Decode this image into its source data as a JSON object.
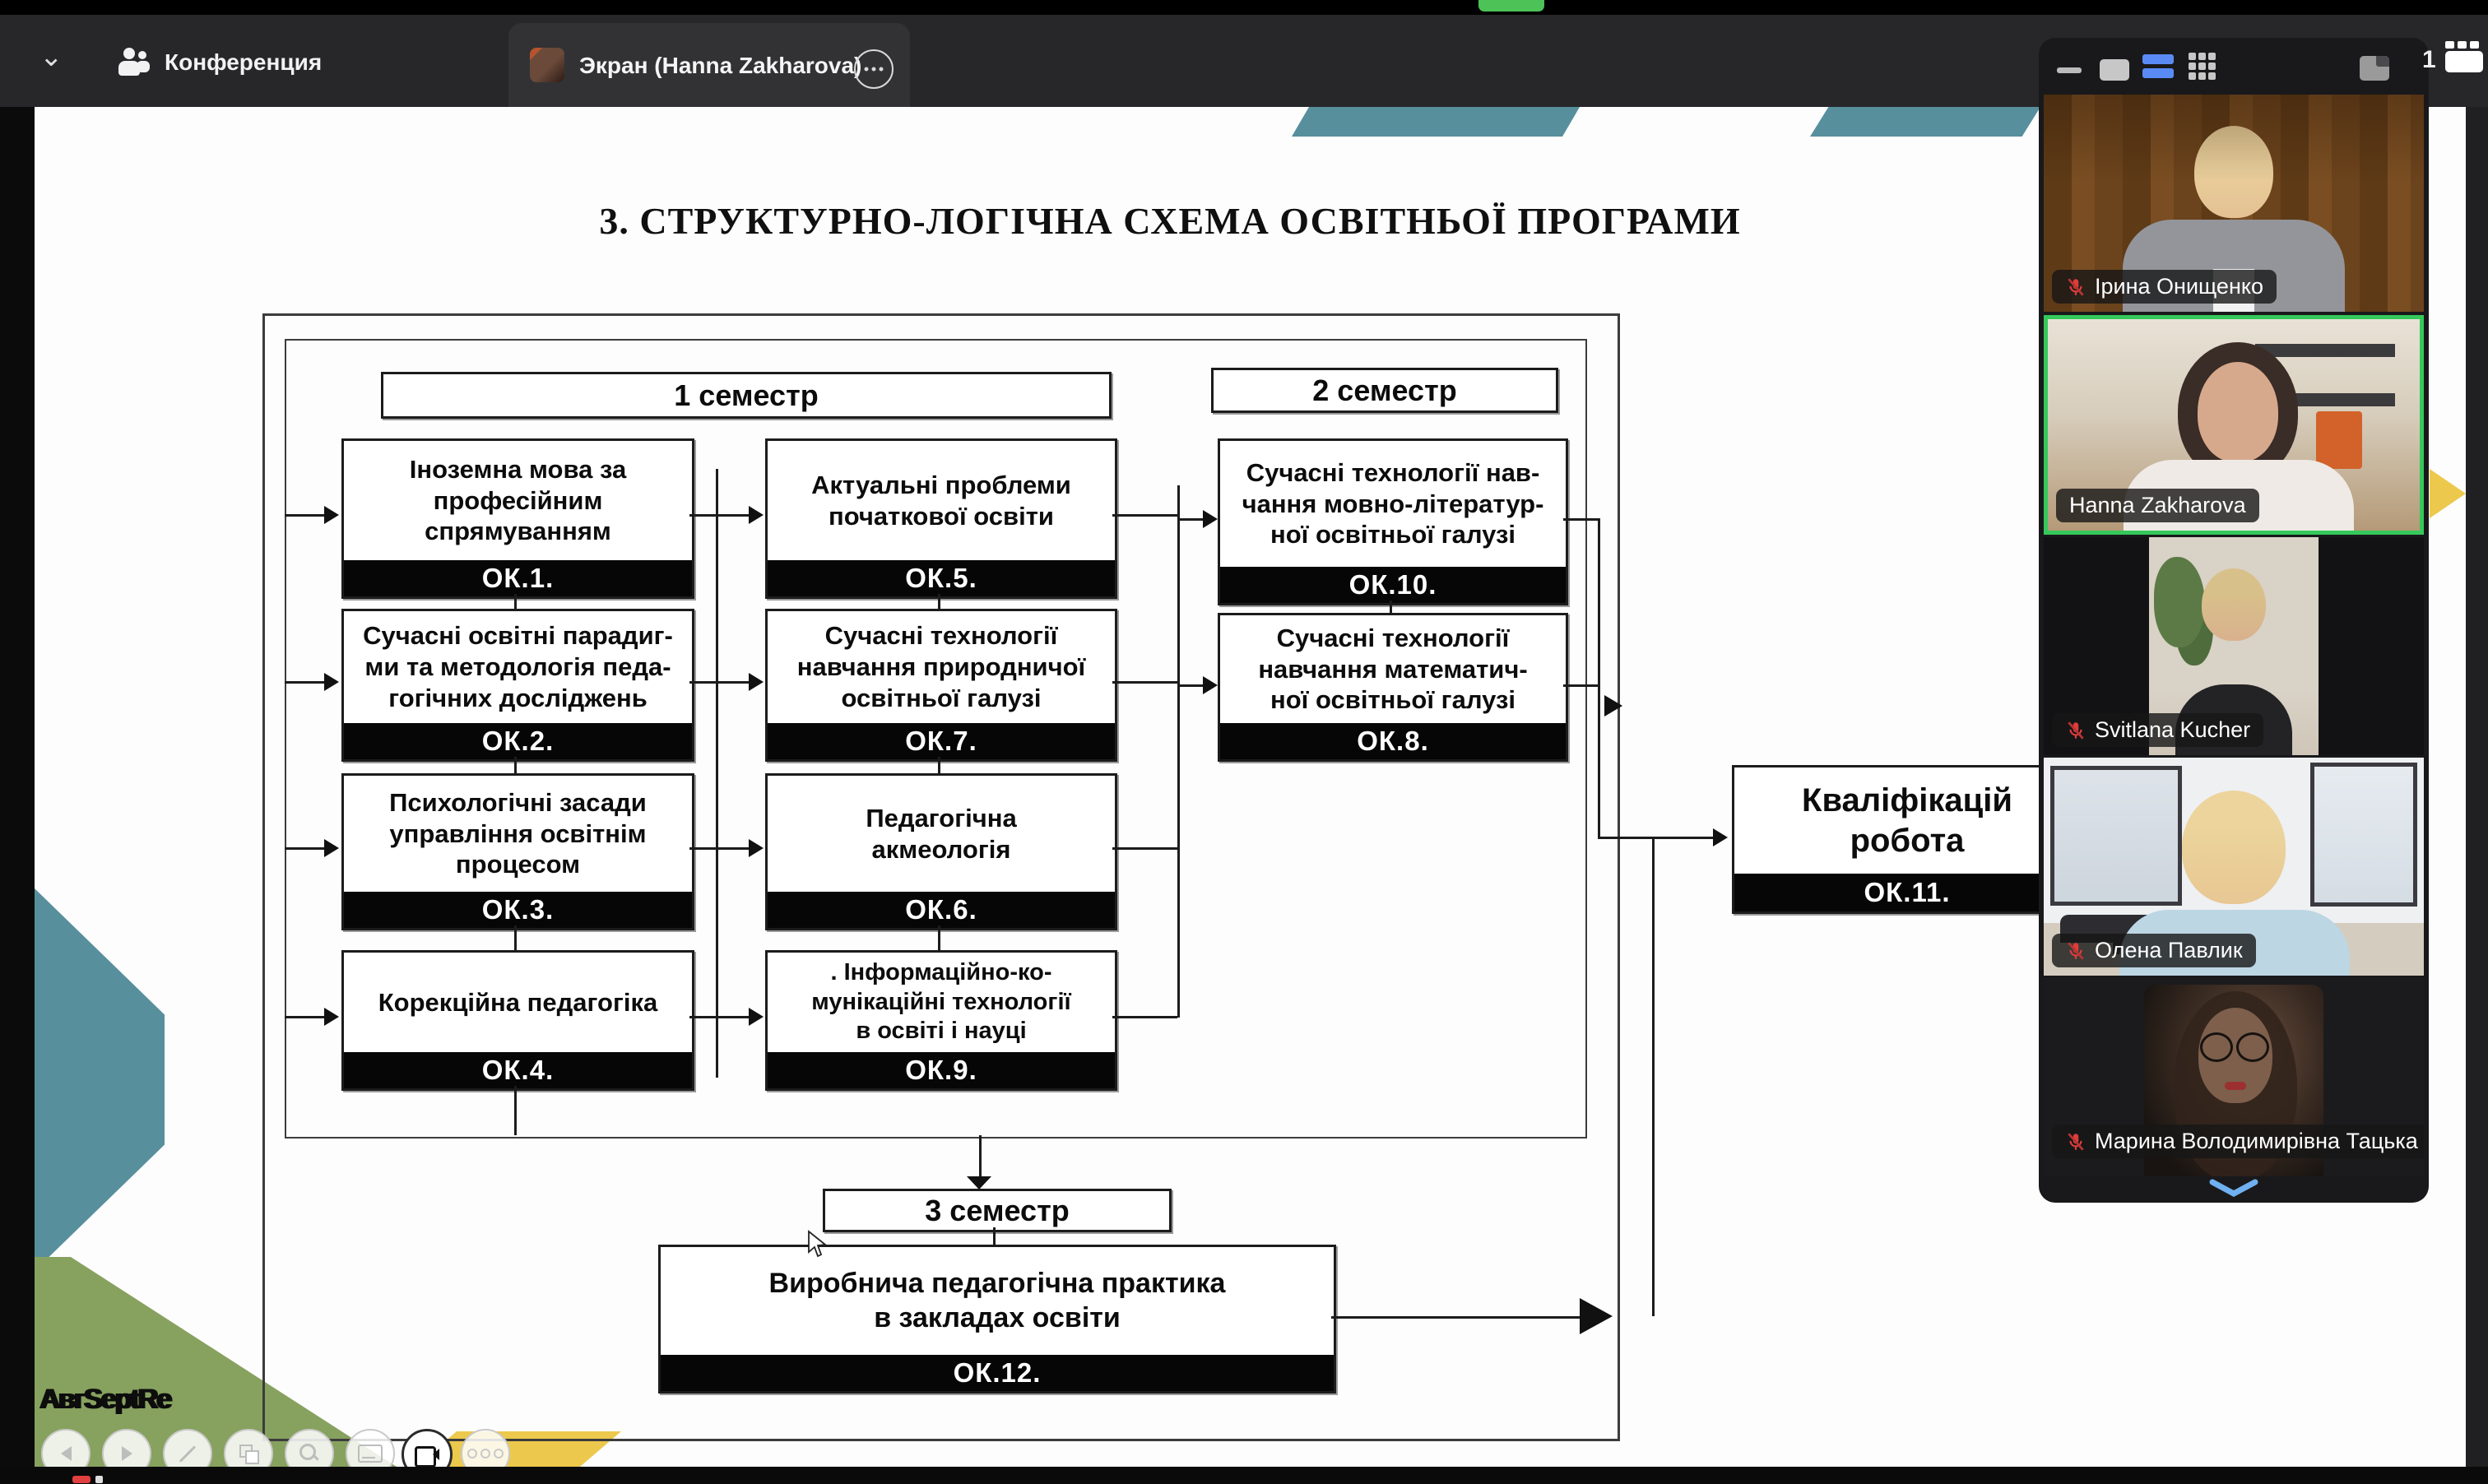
{
  "window": {
    "tabs": {
      "conference": "Конференция",
      "screen": "Экран (Hanna Zakharova)"
    },
    "right_indicator": "1"
  },
  "slide": {
    "title": "3. СТРУКТУРНО-ЛОГІЧНА СХЕМА ОСВІТНЬОЇ ПРОГРАМИ",
    "sem1": "1 семестр",
    "sem2": "2 семестр",
    "sem3": "3 семестр",
    "col1": [
      {
        "lines": [
          "Іноземна мова за",
          "професійним",
          "спрямуванням"
        ],
        "code": "ОК.1."
      },
      {
        "lines": [
          "Сучасні освітні парадиг-",
          "ми та методологія педа-",
          "гогічних досліджень"
        ],
        "code": "ОК.2."
      },
      {
        "lines": [
          "Психологічні засади",
          "управління освітнім",
          "процесом"
        ],
        "code": "ОК.3."
      },
      {
        "lines": [
          "Корекційна педагогіка",
          "",
          ""
        ],
        "code": "ОК.4."
      }
    ],
    "col2": [
      {
        "lines": [
          "Актуальні проблеми",
          "початкової освіти",
          ""
        ],
        "code": "ОК.5."
      },
      {
        "lines": [
          "Сучасні технології",
          "навчання природничої",
          "освітньої галузі"
        ],
        "code": "ОК.7."
      },
      {
        "lines": [
          "Педагогічна",
          "акмеологія",
          ""
        ],
        "code": "ОК.6."
      },
      {
        "lines": [
          ". Інформаційно-ко-",
          "мунікаційні технології",
          "в освіті і науці"
        ],
        "code": "ОК.9."
      }
    ],
    "col3": [
      {
        "lines": [
          "Сучасні технології нав-",
          "чання мовно-літератур-",
          "ної освітньої галузі"
        ],
        "code": "ОК.10."
      },
      {
        "lines": [
          "Сучасні технології",
          "навчання математич-",
          "ної освітньої галузі"
        ],
        "code": "ОК.8."
      }
    ],
    "qual": {
      "lines": [
        "Кваліфікацій",
        "робота"
      ],
      "code": "ОК.11."
    },
    "practice": {
      "lines": [
        "Виробнича педагогічна практика",
        "в закладах освіти"
      ],
      "code": "ОК.12."
    },
    "watermark": "АвгSeptRe"
  },
  "participants": [
    {
      "name": "Ірина Онищенко",
      "muted": true,
      "active": false
    },
    {
      "name": "Hanna Zakharova",
      "muted": false,
      "active": true
    },
    {
      "name": "Svitlana Kucher",
      "muted": true,
      "active": false
    },
    {
      "name": "Олена Павлик",
      "muted": true,
      "active": false
    },
    {
      "name": "Марина Володимирівна Тацька",
      "muted": true,
      "active": false
    }
  ],
  "colors": {
    "active_border": "#35c95b",
    "muted_red": "#e03c3c",
    "strip_view_blue": "#5a8bf5",
    "share_green": "#4cc257",
    "teal": "#578f9d",
    "olive": "#87a15f",
    "yellow": "#ecc94d"
  }
}
